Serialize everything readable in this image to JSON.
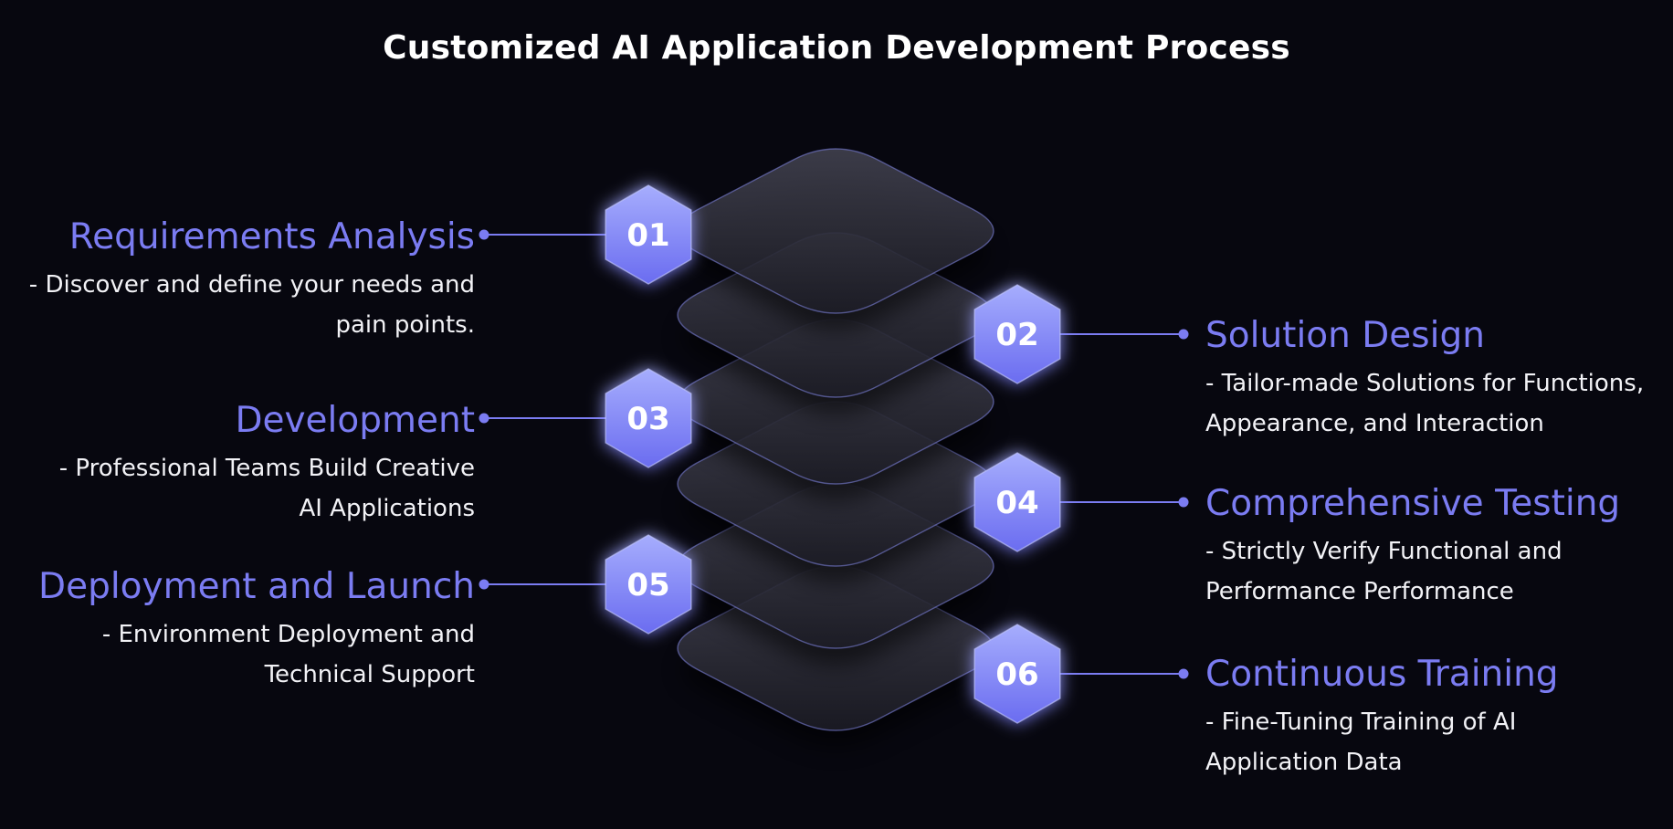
{
  "title": "Customized AI Application Development Process",
  "colors": {
    "background": "#07070f",
    "accent": "#7b7cf2",
    "badge_top": "#a6adfd",
    "badge_bottom": "#6a6cf0",
    "text": "#f2f2f6"
  },
  "steps": [
    {
      "number": "01",
      "title": "Requirements Analysis",
      "desc_line1": "- Discover and define your needs and",
      "desc_line2": "pain points."
    },
    {
      "number": "02",
      "title": "Solution Design",
      "desc_line1": "- Tailor-made Solutions for Functions,",
      "desc_line2": "Appearance, and Interaction"
    },
    {
      "number": "03",
      "title": "Development",
      "desc_line1": "- Professional Teams Build Creative",
      "desc_line2": "AI Applications"
    },
    {
      "number": "04",
      "title": "Comprehensive Testing",
      "desc_line1": "- Strictly Verify Functional and",
      "desc_line2": "Performance Performance"
    },
    {
      "number": "05",
      "title": "Deployment and Launch",
      "desc_line1": "- Environment Deployment and",
      "desc_line2": "Technical Support"
    },
    {
      "number": "06",
      "title": "Continuous Training",
      "desc_line1": "- Fine-Tuning Training of AI",
      "desc_line2": "Application Data"
    }
  ]
}
